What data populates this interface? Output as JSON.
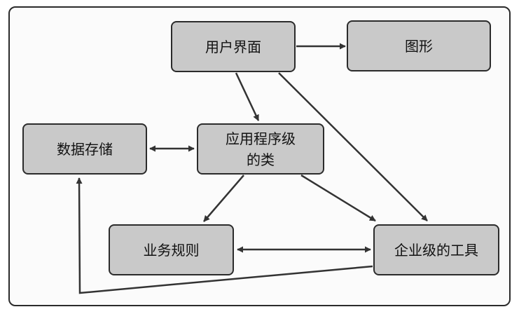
{
  "nodes": {
    "ui": "用户界面",
    "graphics": "图形",
    "app_classes": "应用程序级\n的类",
    "data_store": "数据存储",
    "business_rules": "业务规则",
    "enterprise_tools": "企业级的工具"
  },
  "colors": {
    "node_fill": "#c9c9c9",
    "border": "#2b2b2b",
    "arrow": "#333333"
  }
}
